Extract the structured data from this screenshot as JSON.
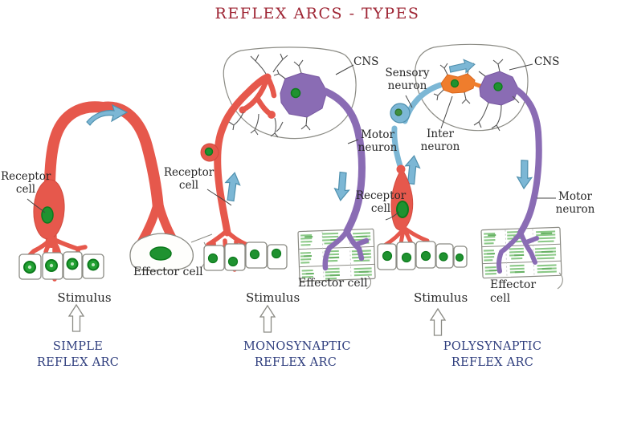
{
  "title": "REFLEX ARCS - TYPES",
  "palette": {
    "neuron_red": "#e6584c",
    "neuron_red_outline": "#d04a3e",
    "neuron_purple": "#8a6cb4",
    "neuron_blue": "#7cb7d5",
    "interneuron_orange": "#ef7d2d",
    "nucleus_green": "#1f9230",
    "muscle_green": "#8bc987",
    "title_maroon": "#9e2433",
    "caption_navy": "#2e3d7d",
    "outline_gray": "#8b8b84"
  },
  "diagrams": [
    {
      "id": "simple-reflex-arc",
      "caption": "SIMPLE\nREFLEX ARC",
      "stimulus": "Stimulus",
      "labels": {
        "receptor": "Receptor\ncell",
        "effector": "Effector cell"
      }
    },
    {
      "id": "monosynaptic-reflex-arc",
      "caption": "MONOSYNAPTIC\nREFLEX ARC",
      "stimulus": "Stimulus",
      "labels": {
        "cns": "CNS",
        "receptor": "Receptor\ncell",
        "motor": "Motor\nneuron",
        "effector": "Effector cell"
      }
    },
    {
      "id": "polysynaptic-reflex-arc",
      "caption": "POLYSYNAPTIC\nREFLEX ARC",
      "stimulus": "Stimulus",
      "labels": {
        "cns": "CNS",
        "sensory": "Sensory\nneuron",
        "inter": "Inter\nneuron",
        "motor": "Motor\nneuron",
        "receptor": "Receptor\ncell",
        "effector": "Effector cell"
      }
    }
  ]
}
